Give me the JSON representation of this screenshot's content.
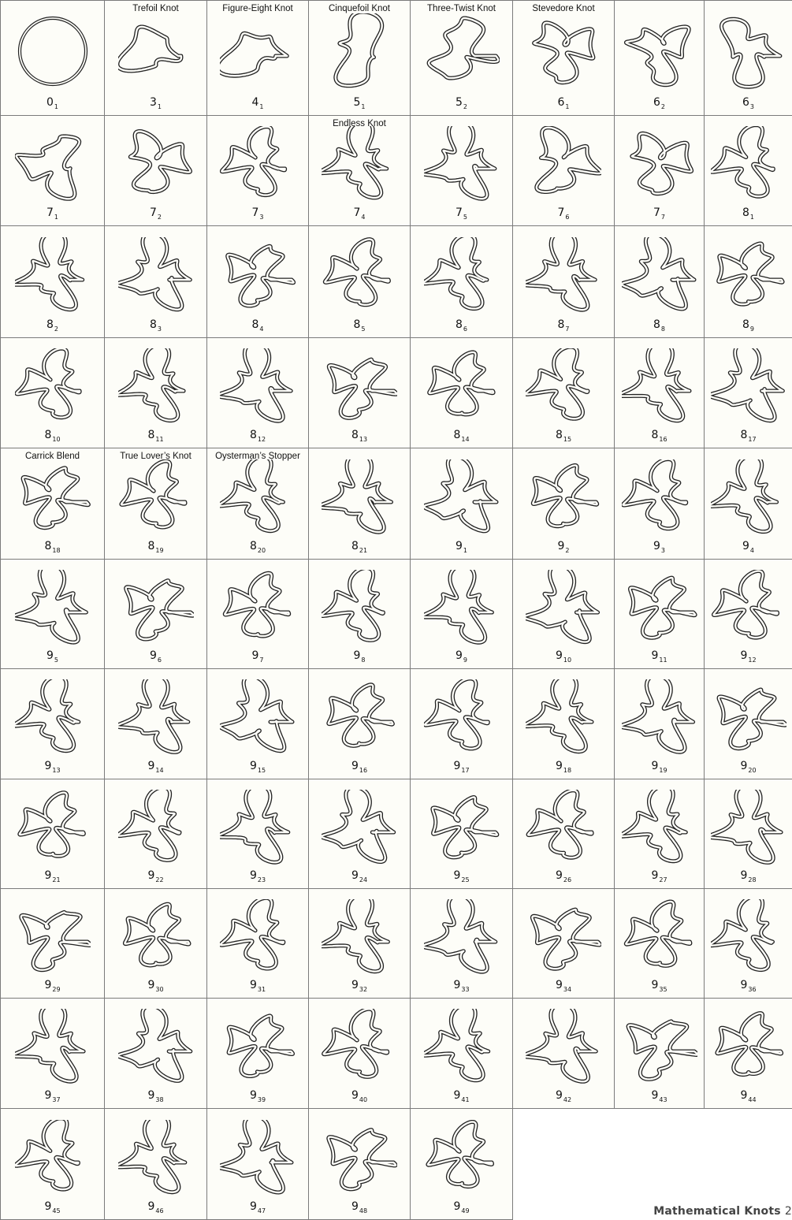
{
  "caption": {
    "text": "Mathematical Knots",
    "page_number": "2"
  },
  "colors": {
    "cell_background": "#fdfdf8",
    "grid_line": "#7b7b7b",
    "knot_stroke": "#222222"
  },
  "knots": [
    {
      "crossings": "0",
      "index": "1",
      "name": "",
      "icon": "unknot-circle-icon"
    },
    {
      "crossings": "3",
      "index": "1",
      "name": "Trefoil Knot",
      "icon": "trefoil-icon"
    },
    {
      "crossings": "4",
      "index": "1",
      "name": "Figure-Eight Knot",
      "icon": "knot-diagram-icon"
    },
    {
      "crossings": "5",
      "index": "1",
      "name": "Cinquefoil Knot",
      "icon": "knot-diagram-icon"
    },
    {
      "crossings": "5",
      "index": "2",
      "name": "Three-Twist Knot",
      "icon": "knot-diagram-icon"
    },
    {
      "crossings": "6",
      "index": "1",
      "name": "Stevedore Knot",
      "icon": "knot-diagram-icon"
    },
    {
      "crossings": "6",
      "index": "2",
      "name": "",
      "icon": "knot-diagram-icon"
    },
    {
      "crossings": "6",
      "index": "3",
      "name": "",
      "icon": "knot-diagram-icon"
    },
    {
      "crossings": "7",
      "index": "1",
      "name": "",
      "icon": "knot-diagram-icon"
    },
    {
      "crossings": "7",
      "index": "2",
      "name": "",
      "icon": "knot-diagram-icon"
    },
    {
      "crossings": "7",
      "index": "3",
      "name": "",
      "icon": "knot-diagram-icon"
    },
    {
      "crossings": "7",
      "index": "4",
      "name": "Endless Knot",
      "icon": "knot-diagram-icon"
    },
    {
      "crossings": "7",
      "index": "5",
      "name": "",
      "icon": "knot-diagram-icon"
    },
    {
      "crossings": "7",
      "index": "6",
      "name": "",
      "icon": "knot-diagram-icon"
    },
    {
      "crossings": "7",
      "index": "7",
      "name": "",
      "icon": "knot-diagram-icon"
    },
    {
      "crossings": "8",
      "index": "1",
      "name": "",
      "icon": "knot-diagram-icon"
    },
    {
      "crossings": "8",
      "index": "2",
      "name": "",
      "icon": "knot-diagram-icon"
    },
    {
      "crossings": "8",
      "index": "3",
      "name": "",
      "icon": "knot-diagram-icon"
    },
    {
      "crossings": "8",
      "index": "4",
      "name": "",
      "icon": "knot-diagram-icon"
    },
    {
      "crossings": "8",
      "index": "5",
      "name": "",
      "icon": "knot-diagram-icon"
    },
    {
      "crossings": "8",
      "index": "6",
      "name": "",
      "icon": "knot-diagram-icon"
    },
    {
      "crossings": "8",
      "index": "7",
      "name": "",
      "icon": "knot-diagram-icon"
    },
    {
      "crossings": "8",
      "index": "8",
      "name": "",
      "icon": "knot-diagram-icon"
    },
    {
      "crossings": "8",
      "index": "9",
      "name": "",
      "icon": "knot-diagram-icon"
    },
    {
      "crossings": "8",
      "index": "10",
      "name": "",
      "icon": "knot-diagram-icon"
    },
    {
      "crossings": "8",
      "index": "11",
      "name": "",
      "icon": "knot-diagram-icon"
    },
    {
      "crossings": "8",
      "index": "12",
      "name": "",
      "icon": "knot-diagram-icon"
    },
    {
      "crossings": "8",
      "index": "13",
      "name": "",
      "icon": "knot-diagram-icon"
    },
    {
      "crossings": "8",
      "index": "14",
      "name": "",
      "icon": "knot-diagram-icon"
    },
    {
      "crossings": "8",
      "index": "15",
      "name": "",
      "icon": "knot-diagram-icon"
    },
    {
      "crossings": "8",
      "index": "16",
      "name": "",
      "icon": "knot-diagram-icon"
    },
    {
      "crossings": "8",
      "index": "17",
      "name": "",
      "icon": "knot-diagram-icon"
    },
    {
      "crossings": "8",
      "index": "18",
      "name": "Carrick Blend",
      "icon": "knot-diagram-icon"
    },
    {
      "crossings": "8",
      "index": "19",
      "name": "True Lover’s Knot",
      "icon": "knot-diagram-icon"
    },
    {
      "crossings": "8",
      "index": "20",
      "name": "Oysterman’s Stopper",
      "icon": "knot-diagram-icon"
    },
    {
      "crossings": "8",
      "index": "21",
      "name": "",
      "icon": "knot-diagram-icon"
    },
    {
      "crossings": "9",
      "index": "1",
      "name": "",
      "icon": "knot-diagram-icon"
    },
    {
      "crossings": "9",
      "index": "2",
      "name": "",
      "icon": "knot-diagram-icon"
    },
    {
      "crossings": "9",
      "index": "3",
      "name": "",
      "icon": "knot-diagram-icon"
    },
    {
      "crossings": "9",
      "index": "4",
      "name": "",
      "icon": "knot-diagram-icon"
    },
    {
      "crossings": "9",
      "index": "5",
      "name": "",
      "icon": "knot-diagram-icon"
    },
    {
      "crossings": "9",
      "index": "6",
      "name": "",
      "icon": "knot-diagram-icon"
    },
    {
      "crossings": "9",
      "index": "7",
      "name": "",
      "icon": "knot-diagram-icon"
    },
    {
      "crossings": "9",
      "index": "8",
      "name": "",
      "icon": "knot-diagram-icon"
    },
    {
      "crossings": "9",
      "index": "9",
      "name": "",
      "icon": "knot-diagram-icon"
    },
    {
      "crossings": "9",
      "index": "10",
      "name": "",
      "icon": "knot-diagram-icon"
    },
    {
      "crossings": "9",
      "index": "11",
      "name": "",
      "icon": "knot-diagram-icon"
    },
    {
      "crossings": "9",
      "index": "12",
      "name": "",
      "icon": "knot-diagram-icon"
    },
    {
      "crossings": "9",
      "index": "13",
      "name": "",
      "icon": "knot-diagram-icon"
    },
    {
      "crossings": "9",
      "index": "14",
      "name": "",
      "icon": "knot-diagram-icon"
    },
    {
      "crossings": "9",
      "index": "15",
      "name": "",
      "icon": "knot-diagram-icon"
    },
    {
      "crossings": "9",
      "index": "16",
      "name": "",
      "icon": "knot-diagram-icon"
    },
    {
      "crossings": "9",
      "index": "17",
      "name": "",
      "icon": "knot-diagram-icon"
    },
    {
      "crossings": "9",
      "index": "18",
      "name": "",
      "icon": "knot-diagram-icon"
    },
    {
      "crossings": "9",
      "index": "19",
      "name": "",
      "icon": "knot-diagram-icon"
    },
    {
      "crossings": "9",
      "index": "20",
      "name": "",
      "icon": "knot-diagram-icon"
    },
    {
      "crossings": "9",
      "index": "21",
      "name": "",
      "icon": "knot-diagram-icon"
    },
    {
      "crossings": "9",
      "index": "22",
      "name": "",
      "icon": "knot-diagram-icon"
    },
    {
      "crossings": "9",
      "index": "23",
      "name": "",
      "icon": "knot-diagram-icon"
    },
    {
      "crossings": "9",
      "index": "24",
      "name": "",
      "icon": "knot-diagram-icon"
    },
    {
      "crossings": "9",
      "index": "25",
      "name": "",
      "icon": "knot-diagram-icon"
    },
    {
      "crossings": "9",
      "index": "26",
      "name": "",
      "icon": "knot-diagram-icon"
    },
    {
      "crossings": "9",
      "index": "27",
      "name": "",
      "icon": "knot-diagram-icon"
    },
    {
      "crossings": "9",
      "index": "28",
      "name": "",
      "icon": "knot-diagram-icon"
    },
    {
      "crossings": "9",
      "index": "29",
      "name": "",
      "icon": "knot-diagram-icon"
    },
    {
      "crossings": "9",
      "index": "30",
      "name": "",
      "icon": "knot-diagram-icon"
    },
    {
      "crossings": "9",
      "index": "31",
      "name": "",
      "icon": "knot-diagram-icon"
    },
    {
      "crossings": "9",
      "index": "32",
      "name": "",
      "icon": "knot-diagram-icon"
    },
    {
      "crossings": "9",
      "index": "33",
      "name": "",
      "icon": "knot-diagram-icon"
    },
    {
      "crossings": "9",
      "index": "34",
      "name": "",
      "icon": "knot-diagram-icon"
    },
    {
      "crossings": "9",
      "index": "35",
      "name": "",
      "icon": "knot-diagram-icon"
    },
    {
      "crossings": "9",
      "index": "36",
      "name": "",
      "icon": "knot-diagram-icon"
    },
    {
      "crossings": "9",
      "index": "37",
      "name": "",
      "icon": "knot-diagram-icon"
    },
    {
      "crossings": "9",
      "index": "38",
      "name": "",
      "icon": "knot-diagram-icon"
    },
    {
      "crossings": "9",
      "index": "39",
      "name": "",
      "icon": "knot-diagram-icon"
    },
    {
      "crossings": "9",
      "index": "40",
      "name": "",
      "icon": "knot-diagram-icon"
    },
    {
      "crossings": "9",
      "index": "41",
      "name": "",
      "icon": "knot-diagram-icon"
    },
    {
      "crossings": "9",
      "index": "42",
      "name": "",
      "icon": "knot-diagram-icon"
    },
    {
      "crossings": "9",
      "index": "43",
      "name": "",
      "icon": "knot-diagram-icon"
    },
    {
      "crossings": "9",
      "index": "44",
      "name": "",
      "icon": "knot-diagram-icon"
    },
    {
      "crossings": "9",
      "index": "45",
      "name": "",
      "icon": "knot-diagram-icon"
    },
    {
      "crossings": "9",
      "index": "46",
      "name": "",
      "icon": "knot-diagram-icon"
    },
    {
      "crossings": "9",
      "index": "47",
      "name": "",
      "icon": "knot-diagram-icon"
    },
    {
      "crossings": "9",
      "index": "48",
      "name": "",
      "icon": "knot-diagram-icon"
    },
    {
      "crossings": "9",
      "index": "49",
      "name": "",
      "icon": "knot-diagram-icon"
    }
  ]
}
